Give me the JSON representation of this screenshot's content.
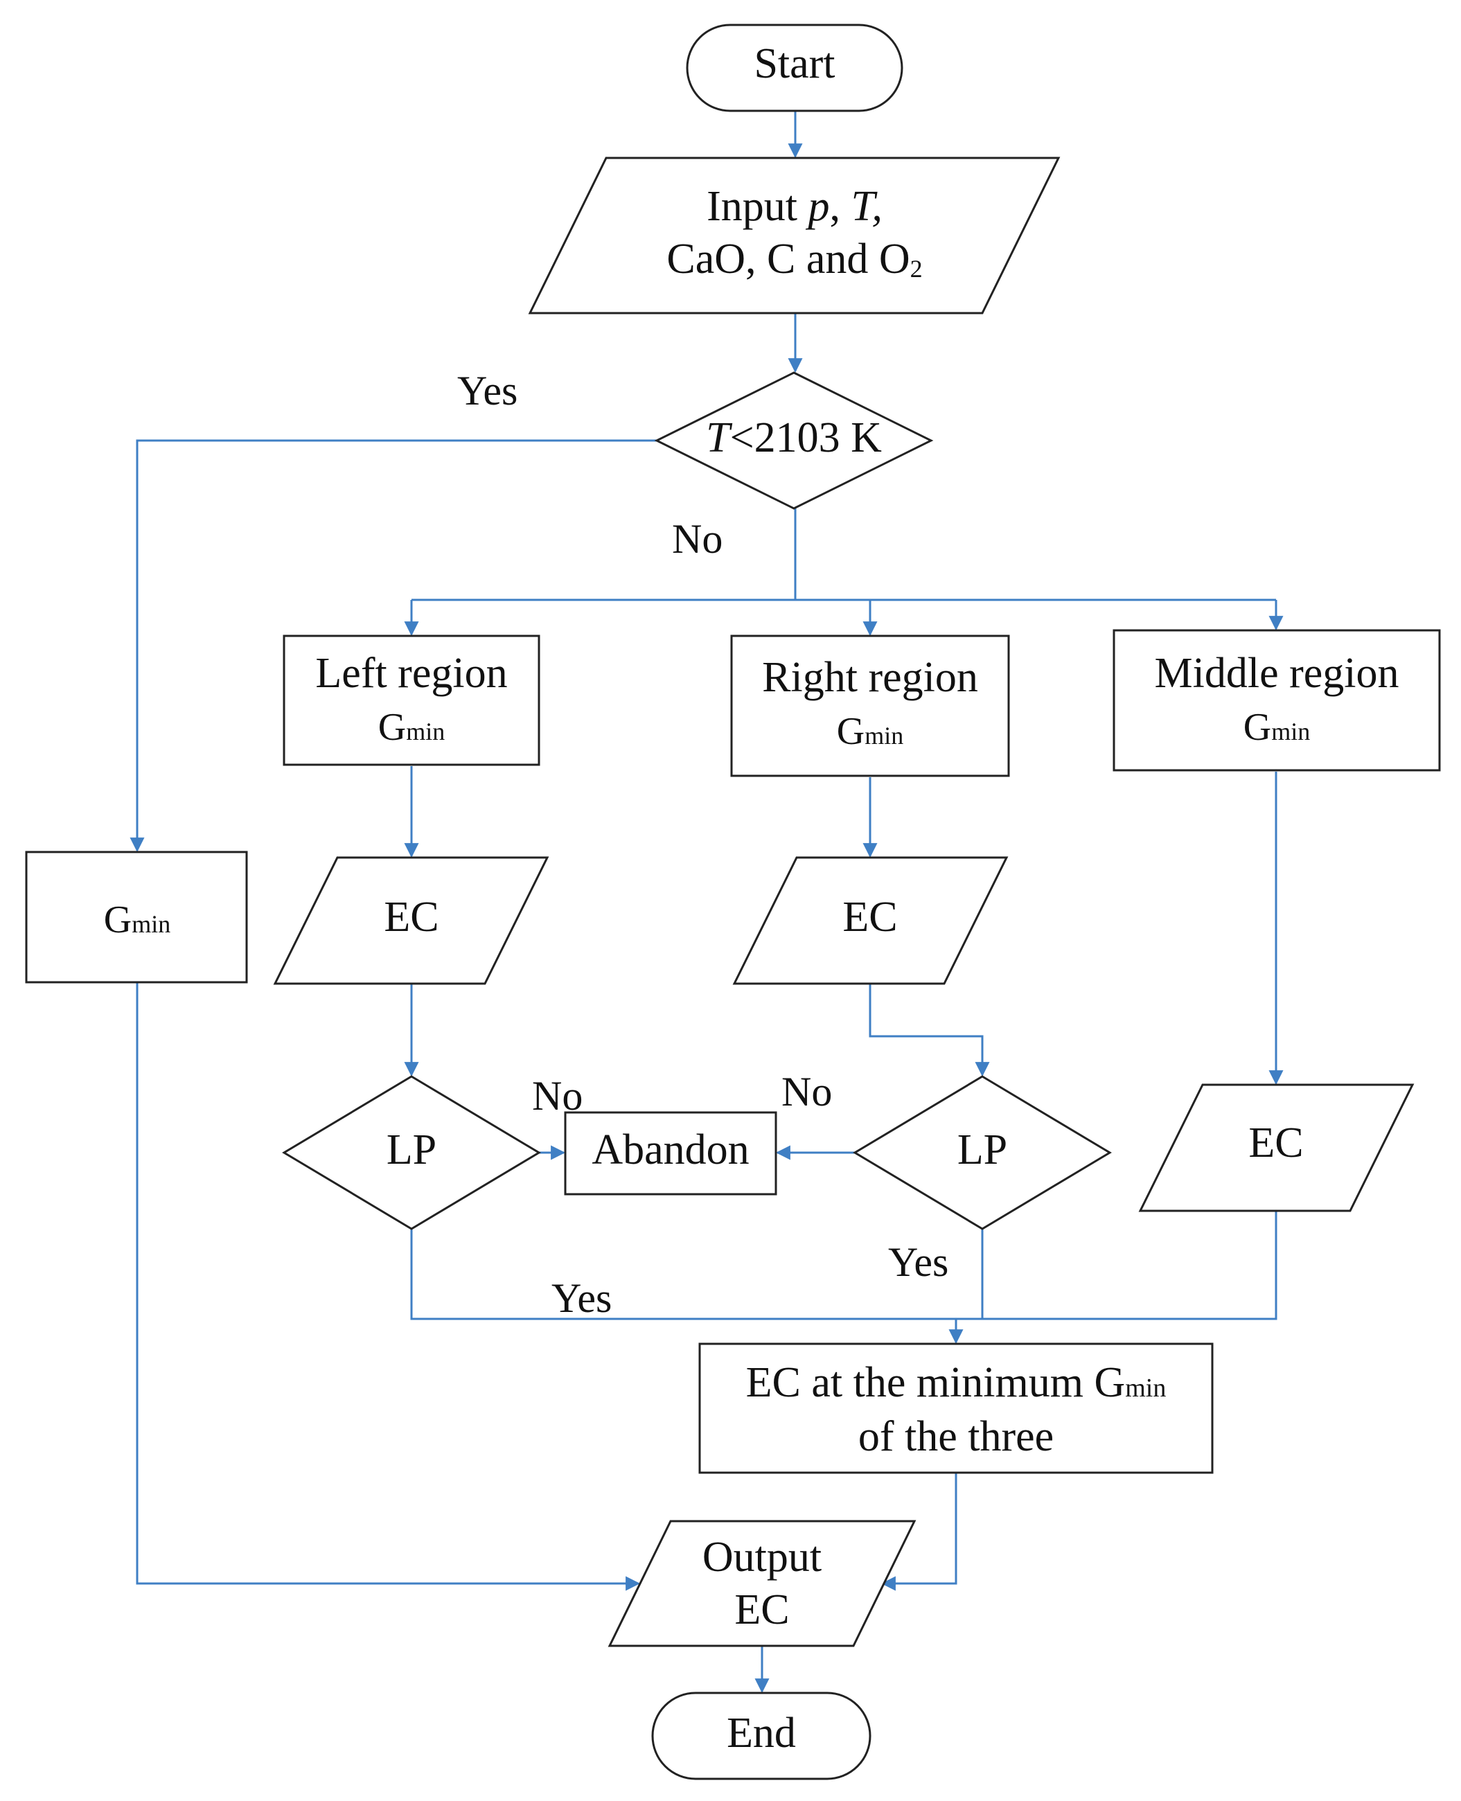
{
  "start": "Start",
  "input": {
    "line1_pre": "Input ",
    "p": "p",
    "sep": ", ",
    "T": "T",
    "comma": ",",
    "line2": "CaO, C and O",
    "sub2": "2"
  },
  "decision_T": {
    "T": "T",
    "rest": "<2103 K"
  },
  "labels": {
    "yes_top": "Yes",
    "no_top": "No",
    "no_left": "No",
    "no_right": "No",
    "yes_right": "Yes",
    "yes_bottom": "Yes"
  },
  "regions": {
    "left": {
      "title": "Left region"
    },
    "right": {
      "title": "Right region"
    },
    "middle": {
      "title": "Middle region"
    },
    "g": "G",
    "gsub": "min"
  },
  "gmin_box": {
    "g": "G",
    "sub": "min"
  },
  "ec": "EC",
  "lp": "LP",
  "abandon": "Abandon",
  "minbox": {
    "line1": "EC at the minimum ",
    "g": "G",
    "sub": "min",
    "line2": "of the three"
  },
  "output": {
    "line1": "Output",
    "line2": "EC"
  },
  "end": "End",
  "colors": {
    "arrow": "#3f7fc4",
    "outline": "#222222"
  }
}
